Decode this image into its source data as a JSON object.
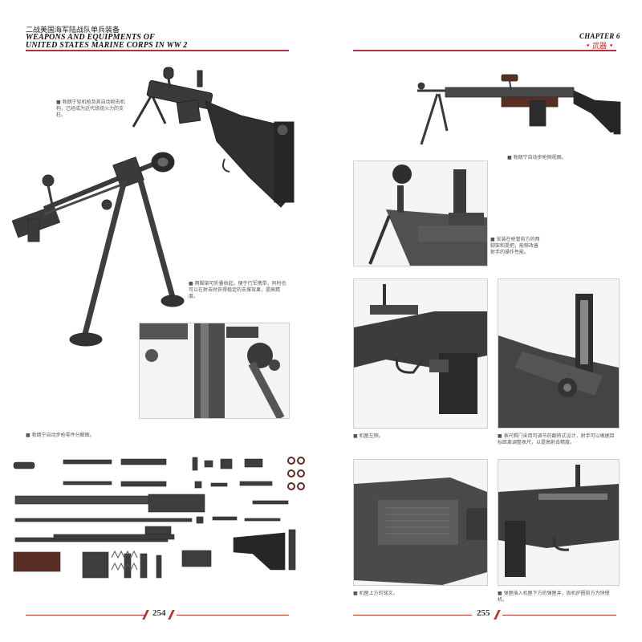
{
  "left_page": {
    "header_cn": "二战美国海军陆战队单兵装备",
    "header_en_line1": "WEAPONS AND EQUIPMENTS OF",
    "header_en_line2": "UNITED STATES MARINE CORPS IN WW 2",
    "captions": {
      "top": "■ 勃朗宁轻机枪及其自动射击机构，已经成为近代班组火力的支柱。",
      "middle": "■ 两脚架可折叠收起，便于行军携带，同时也可以在射击时获得稳定的支撑效果，提高精度。",
      "parts": "■ 勃朗宁自动步枪零件分解图。"
    },
    "page_number": "254"
  },
  "right_page": {
    "chapter_label": "CHAPTER 6",
    "chapter_cn": "• 武器 •",
    "captions": {
      "top": "■ 勃朗宁自动步枪侧视图。",
      "sight_left": "■ 安装在枪管前方的两脚架和提把，能够改善射手的操作性能。",
      "receiver": "■ 机匣左侧。",
      "sight_right": "■ 表尺照门采用可调节的翻转式设计，射手可以根据目标距离调整表尺，以提高射击精度。",
      "barrel": "■ 机匣上方的铭文。",
      "magazine": "■ 弹匣插入机匣下方的弹匣井，扳机护圈前方为快慢机。"
    },
    "page_number": "255"
  },
  "colors": {
    "accent": "#b23434",
    "gun_dark": "#3a3a3a",
    "wood": "#5b2e25"
  }
}
